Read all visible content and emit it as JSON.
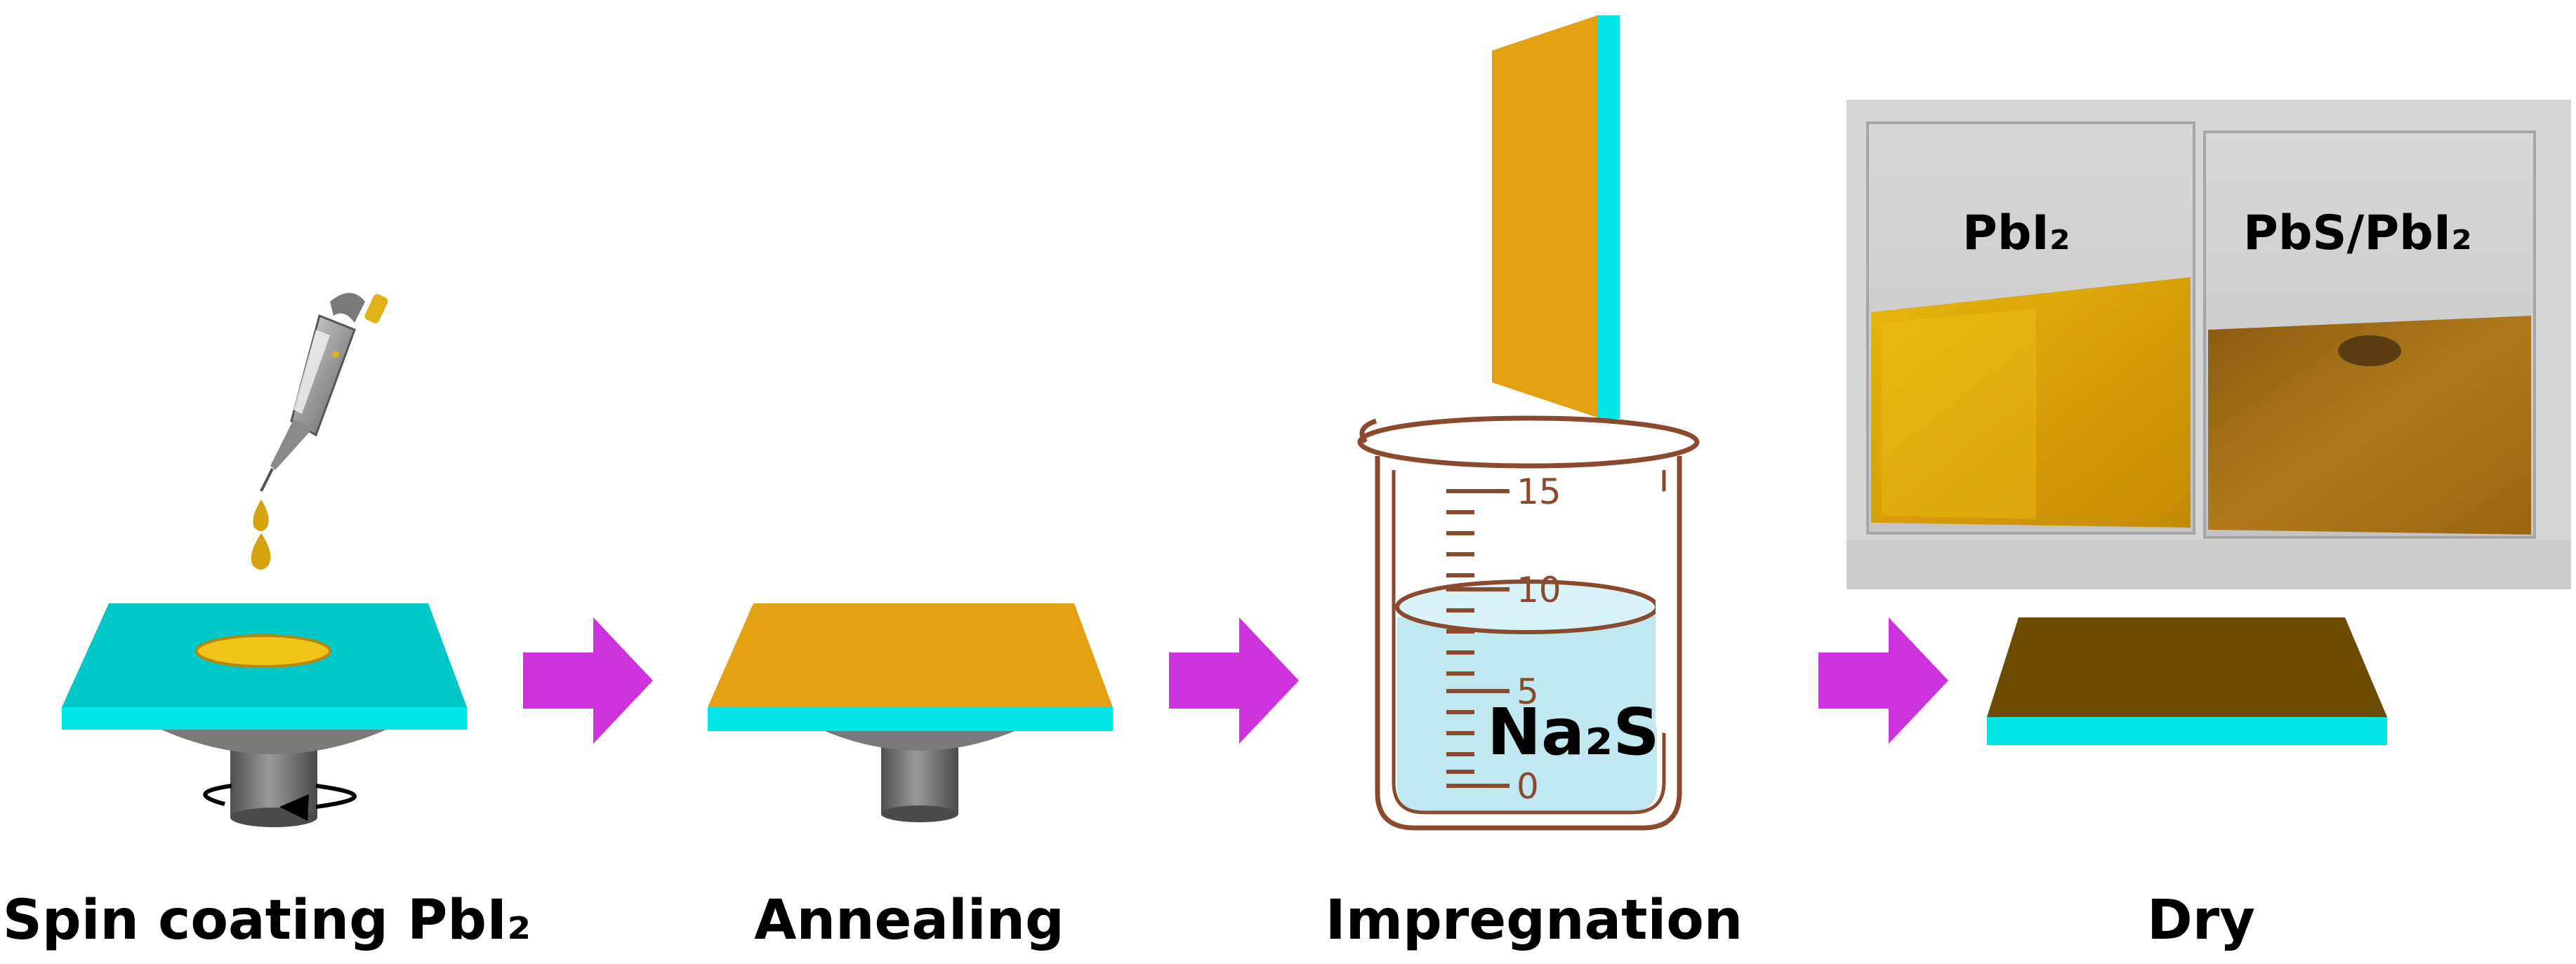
{
  "steps": [
    {
      "label": "Spin coating PbI₂"
    },
    {
      "label": "Annealing"
    },
    {
      "label": "Impregnation"
    },
    {
      "label": "Dry"
    }
  ],
  "beaker": {
    "solution_label": "Na₂S",
    "scale": [
      "15",
      "10",
      "5",
      "0"
    ]
  },
  "photo": {
    "left_label": "PbI₂",
    "right_label": "PbS/PbI₂"
  },
  "colors": {
    "substrate": "#00e6e6",
    "film_pbi2": "#e3a112",
    "film_pbs": "#6b4c00",
    "arrow": "#cc33dd",
    "solution": "#bfe8f0",
    "beaker_outline": "#8b4a2e",
    "chuck": "#6e6e6e",
    "droplet": "#f0c419"
  },
  "icons": [
    "pipette-icon",
    "droplet-icon",
    "rotation-arrow-icon",
    "process-arrow-icon"
  ]
}
